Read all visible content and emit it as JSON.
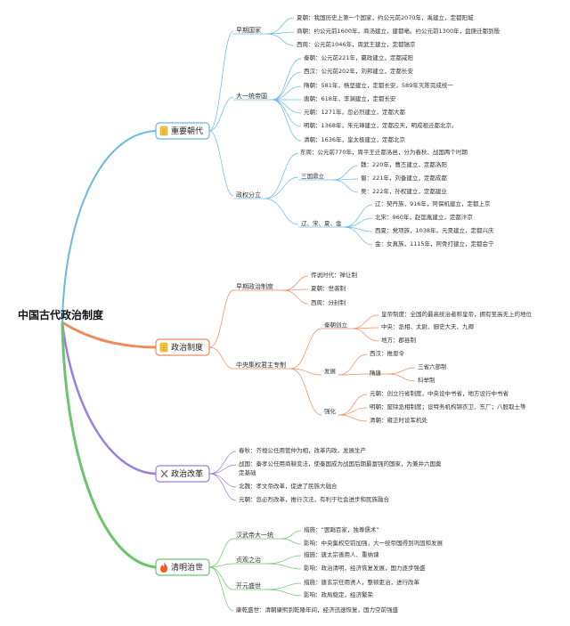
{
  "root": "中国古代政治制度",
  "colors": {
    "blue": "#6bb8e4",
    "orange": "#ef8a5d",
    "purple": "#9a7ee0",
    "green": "#6cc56c"
  },
  "icons": {
    "dynasties": "scroll-icon",
    "politics": "scroll-icon",
    "reforms": "tools-icon",
    "governance": "flame-icon"
  },
  "branches": {
    "dynasties": {
      "label": "重要朝代",
      "early": {
        "label": "早期国家",
        "items": [
          "夏朝：我国历史上第一个国家，约公元前2070年，禹建立，定都阳城",
          "商朝：约公元前1600年，商汤建立，建都亳。约公元前1300年，盘庚迁都到殷",
          "西周：公元前1046年，周武王建立，定都镐京"
        ]
      },
      "unified": {
        "label": "大一统帝国",
        "items": [
          "秦朝：公元前221年，嬴政建立，定都咸阳",
          "西汉：公元前202年，刘邦建立，定都长安",
          "隋朝：581年，杨坚建立，定都长安，589年灭陈完成统一",
          "唐朝：618年，李渊建立，定都长安",
          "元朝：1271年，忽必烈建立，定都大都",
          "明朝：1368年，朱元璋建立，定都应天，明成祖迁都北京。",
          "清朝：1636年，皇太极建立，定都北京"
        ]
      },
      "divided": {
        "label": "政权分立",
        "eastern_zhou": "东周：公元前770年，周平王迁都洛邑，分为春秋、战国两个时期",
        "three_kingdoms": {
          "label": "三国鼎立",
          "items": [
            "魏：220年，曹丕建立，定都洛阳",
            "蜀：221年，刘备建立，定都成都",
            "吴：222年，孙权建立，定都建业"
          ]
        },
        "liao_song": {
          "label": "辽、宋、夏、金",
          "items": [
            "辽：契丹族，916年，阿保机建立，定都上京",
            "北宋：960年，赵匡胤建立，定都汴京",
            "西夏：党项族，1038年，元昊建立，定都兴庆",
            "金：女真族，1115年，阿骨打建立，定都会宁"
          ]
        }
      }
    },
    "politics": {
      "label": "政治制度",
      "early": {
        "label": "早期政治制度",
        "items": [
          "传说时代：禅让制",
          "夏朝：世袭制",
          "西周：分封制"
        ]
      },
      "centralized": {
        "label": "中央集权君主专制",
        "qin": {
          "label": "秦朝创立",
          "items": [
            "皇帝制度：全国的最高统治者称皇帝，拥有至高无上的地位",
            "中央：丞相、太尉、御史大夫、九卿",
            "地方：郡县制"
          ]
        },
        "development": {
          "label": "发展",
          "western_han": "西汉：推恩令",
          "sui_tang": {
            "label": "隋唐",
            "items": [
              "三省六部制",
              "科举制"
            ]
          }
        },
        "strengthen": {
          "label": "强化",
          "items": [
            "元朝：创立行省制度，中央设中书省，地方设行中书省",
            "明朝：废除丞相制度；设特务机构锦衣卫、东厂；八股取士等",
            "清朝：雍正时设军机处"
          ]
        }
      }
    },
    "reforms": {
      "label": "政治改革",
      "items": [
        "春秋：齐桓公任用管仲为相，改革内政，发展生产",
        "战国：秦孝公任用商鞅变法，使秦国成为战国后期最富强的国家，为兼并六国奠",
        "定基础",
        "北魏：孝文帝改革，促进了民族大融合",
        "元朝：忽必烈改革，推行汉法，有利于社会进步和民族融合"
      ]
    },
    "governance": {
      "label": "清明治世",
      "han": {
        "label": "汉武帝大一统",
        "items": [
          "措施：“罢黜百家，独尊儒术”",
          "影响：中央集权空前加强，大一统帝国得到巩固和发展"
        ]
      },
      "zhenguan": {
        "label": "贞观之治",
        "items": [
          "措施：唐太宗善用人、重纳谏",
          "影响：政治清明，经济恢复发展，国力逐步强盛"
        ]
      },
      "kaiyuan": {
        "label": "开元盛世",
        "items": [
          "措施：唐玄宗任用贤人，整顿吏治，进行改革",
          "影响：政局稳定，经济繁荣"
        ]
      },
      "kangqian": "康乾盛世：清朝康熙到乾隆年间，经济迅速恢复，国力空前强盛"
    }
  }
}
